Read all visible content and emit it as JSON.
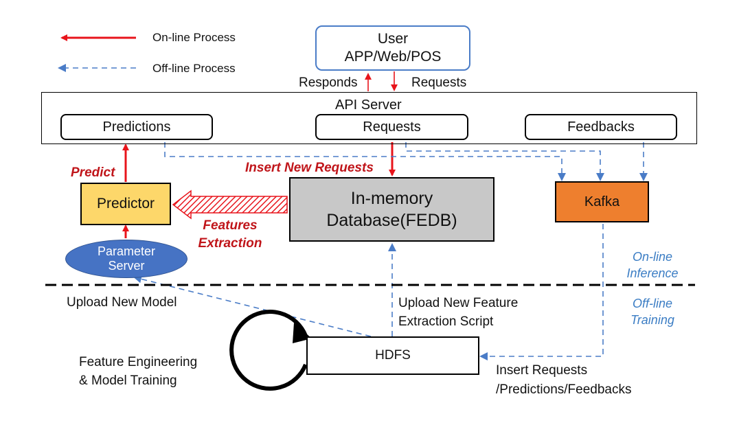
{
  "legend": {
    "online": "On-line Process",
    "offline": "Off-line Process"
  },
  "user": {
    "title": "User",
    "subtitle": "APP/Web/POS"
  },
  "responds": "Responds",
  "requests_label": "Requests",
  "api_server": {
    "title": "API Server",
    "predictions": "Predictions",
    "requests": "Requests",
    "feedbacks": "Feedbacks"
  },
  "predict": "Predict",
  "insert_new_requests": "Insert New Requests",
  "predictor": "Predictor",
  "features_extraction": {
    "line1": "Features",
    "line2": "Extraction"
  },
  "database": {
    "line1": "In-memory",
    "line2": "Database(FEDB)"
  },
  "kafka": "Kafka",
  "parameter_server": {
    "line1": "Parameter",
    "line2": "Server"
  },
  "online_inference": {
    "line1": "On-line",
    "line2": "Inference"
  },
  "offline_training": {
    "line1": "Off-line",
    "line2": "Training"
  },
  "upload_new_model": "Upload New Model",
  "upload_script": {
    "line1": "Upload New Feature",
    "line2": "Extraction Script"
  },
  "hdfs": "HDFS",
  "feature_engineering": {
    "line1": "Feature Engineering",
    "line2": "& Model Training"
  },
  "insert_requests": {
    "line1": "Insert Requests",
    "line2": "/Predictions/Feedbacks"
  },
  "colors": {
    "online_red": "#e8141b",
    "offline_blue": "#4a7cc7",
    "predictor_fill": "#fdd76a",
    "database_fill": "#c8c8c8",
    "kafka_fill": "#ee7f2e",
    "parameter_server_fill": "#4673c4",
    "user_border": "#4a7cc7"
  }
}
